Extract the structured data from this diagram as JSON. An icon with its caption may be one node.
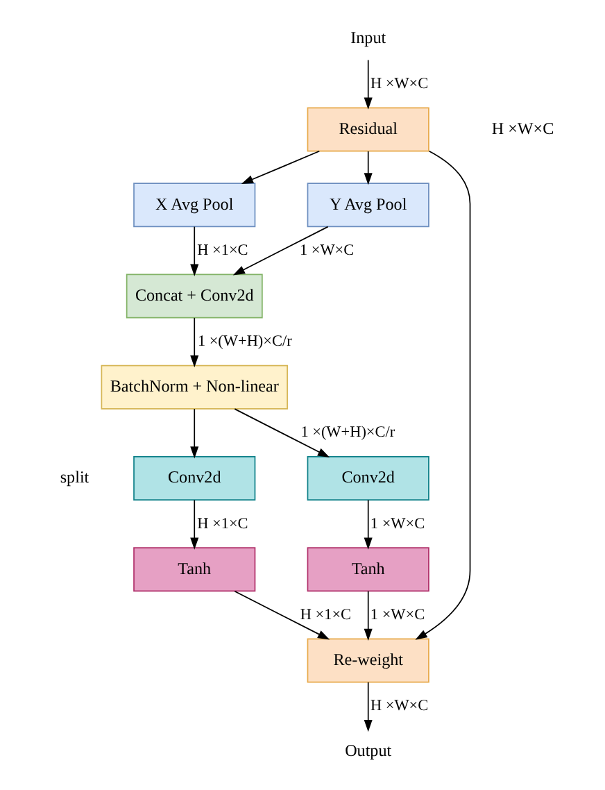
{
  "diagram": {
    "nodes": [
      {
        "text": [
          "Input"
        ]
      },
      {
        "text": [
          "Residual"
        ],
        "beside": [
          "H ×W×C"
        ]
      },
      {
        "text": [
          "X Avg Pool"
        ]
      },
      {
        "text": [
          "Y Avg Pool"
        ]
      },
      {
        "text": [
          "Concat + Conv2d"
        ]
      },
      {
        "text": [
          "BatchNorm + Non-linear"
        ]
      },
      {
        "text": [
          "Conv2d"
        ]
      },
      {
        "text": [
          "Conv2d"
        ]
      },
      {
        "text": [
          "Tanh"
        ]
      },
      {
        "text": [
          "Tanh"
        ]
      },
      {
        "text": [
          "Re-weight"
        ]
      },
      {
        "text": [
          "Output"
        ]
      }
    ],
    "edges": [
      {
        "from": 0,
        "to": 1,
        "arrow": "to",
        "label": "H ×W×C"
      },
      {
        "from": 1,
        "to": 2,
        "arrow": "to"
      },
      {
        "from": 1,
        "to": 3,
        "arrow": "to"
      },
      {
        "from": 2,
        "to": 4,
        "arrow": "to",
        "label": "H ×1×C"
      },
      {
        "from": 3,
        "to": 4,
        "arrow": "to",
        "label": "1 ×W×C"
      },
      {
        "from": 4,
        "to": 5,
        "arrow": "to",
        "label": "1 ×(W+H)×C/r"
      },
      {
        "from": 5,
        "to": 6,
        "arrow": "to"
      },
      {
        "from": 5,
        "to": 7,
        "arrow": "to",
        "label": "1 ×(W+H)×C/r"
      },
      {
        "from": 6,
        "to": 8,
        "arrow": "to",
        "label": "H ×1×C"
      },
      {
        "from": 7,
        "to": 9,
        "arrow": "to",
        "label": "1 ×W×C"
      },
      {
        "from": 8,
        "to": 10,
        "arrow": "to",
        "label": "H ×1×C"
      },
      {
        "from": 9,
        "to": 10,
        "arrow": "to",
        "label": "1 ×W×C"
      },
      {
        "from": 1,
        "to": 10,
        "arrow": "to"
      },
      {
        "from": 10,
        "to": 11,
        "arrow": "to",
        "label": "H ×W×C"
      }
    ],
    "labels": [
      "split"
    ]
  }
}
